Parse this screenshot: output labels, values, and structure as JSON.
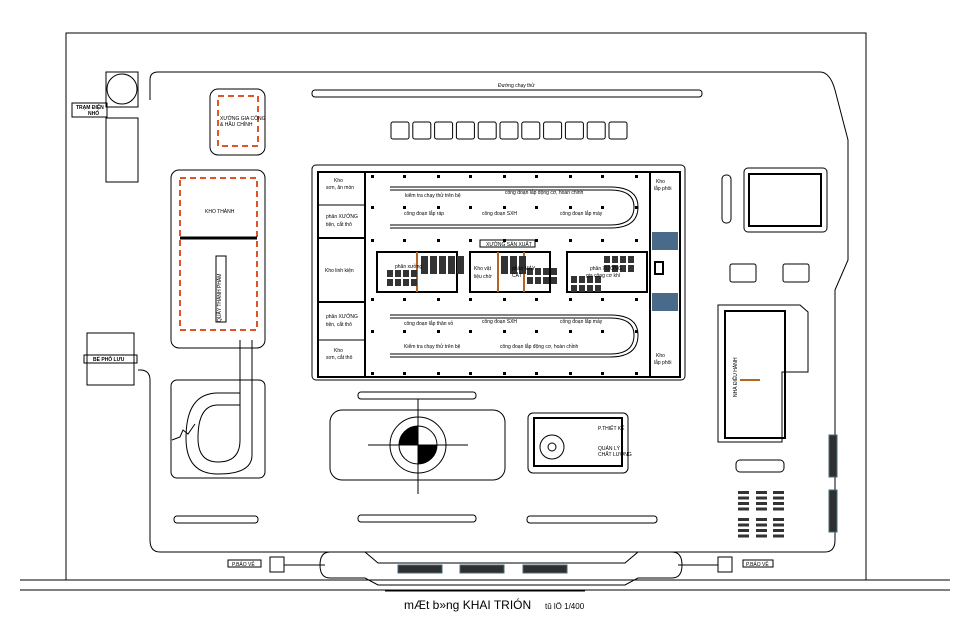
{
  "drawing": {
    "title": "mÆt b»ng KHAI TRIÓN",
    "scale": "tû lÖ 1/400"
  },
  "labels": {
    "transformer_station": [
      "TRẠM ĐIỆN",
      "NHỎ"
    ],
    "fuel_tank": "BỂ PHỐ LƯU",
    "mechanic_workshop": [
      "XƯỞNG GIA CÔNG",
      "& HẦU CHỈNH"
    ],
    "warehouse": "KHO THÀNH",
    "finished_goods": "QUẦY THÀNH PHẨM",
    "test_track": "Đường chạy thử",
    "main_workshop": "XƯỞNG SẢN XUẤT",
    "gate_left": "P.BẢO VỆ",
    "gate_right": "P.BẢO VỆ",
    "office": "NHÀ ĐIỀU HÀNH",
    "design_room": [
      "P.THIẾT KẾ"
    ],
    "quality_room": [
      "QUẢN LÝ",
      "CHẤT LƯỢNG"
    ]
  },
  "main_building": {
    "left_rooms": [
      [
        "Kho",
        "sơn, ăn mòn"
      ],
      [
        "phân XƯỞNG",
        "tiện, cắt thô"
      ],
      [
        "Kho linh kiện"
      ],
      [
        "phân XƯỞNG",
        "tiện, cắt thô"
      ],
      [
        "Kho",
        "sơn, cắt thô"
      ]
    ],
    "right_rooms": [
      [
        "Kho",
        "lắp phôi"
      ],
      [
        "Kho",
        "lắp phôi"
      ]
    ],
    "upper_line": [
      "kiểm tra chạy thử trên bệ",
      "công đoạn lắp động cơ, hoàn chỉnh",
      "công đoạn lắp ráp",
      "công đoạn SXH",
      "công đoạn lắp máy"
    ],
    "lower_line": [
      "công đoạn lắp thân vỏ",
      "công đoạn SXH",
      "công đoạn lắp máy",
      "Kiểm tra chạy thử trên bệ",
      "công đoạn lắp động cơ, hoàn chỉnh"
    ],
    "bays": [
      {
        "label": [
          "phân xưởng"
        ]
      },
      {
        "label": [
          "Kho vật",
          "liệu chờ",
          "phân MÁY",
          "CẮT"
        ]
      },
      {
        "label": [
          "phân XƯỞNG",
          "gia công cơ khí"
        ]
      }
    ]
  },
  "colors": {
    "line": "#000000",
    "wall_accent": "#e0542a",
    "machine": "#333333",
    "partition": "#b5651d",
    "equipment_blue": "#4a6a8a",
    "dark_panel": "#2f2f2f"
  }
}
